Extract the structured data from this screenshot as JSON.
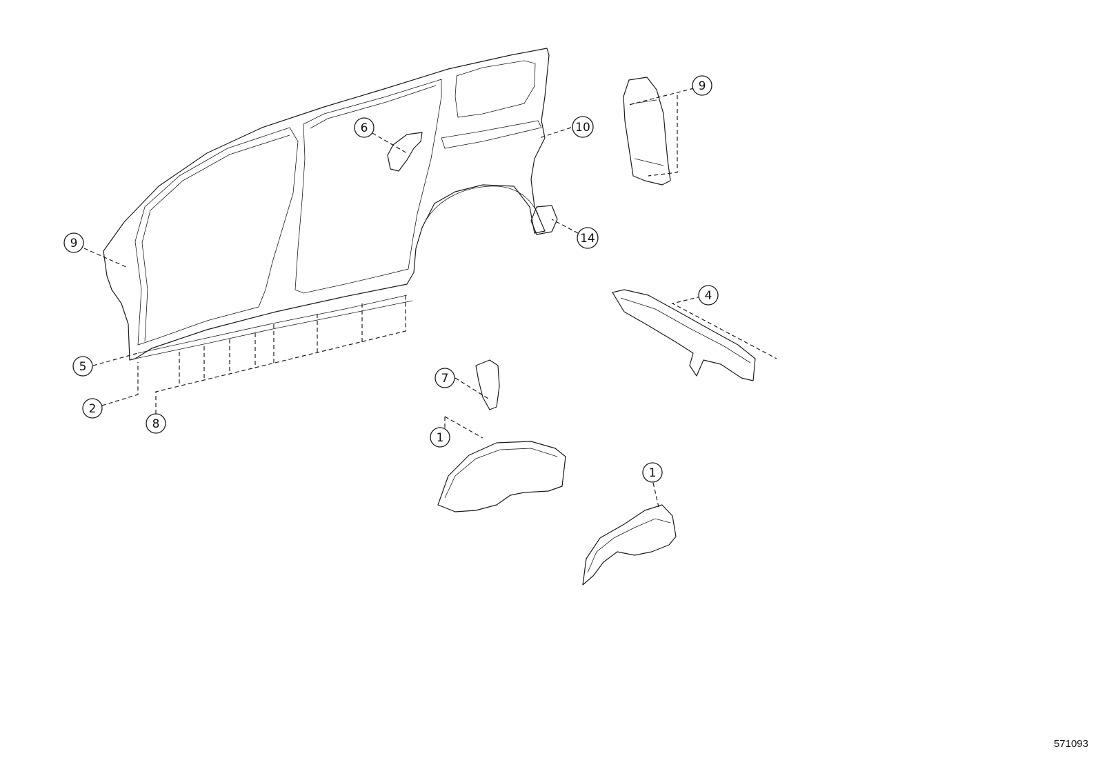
{
  "diagram_id": "571093",
  "callouts": {
    "c9_left": "9",
    "c9_right": "9",
    "c6": "6",
    "c10": "10",
    "c14": "14",
    "c4": "4",
    "c5": "5",
    "c2": "2",
    "c8": "8",
    "c7": "7",
    "c1_upper": "1",
    "c1_lower": "1"
  }
}
